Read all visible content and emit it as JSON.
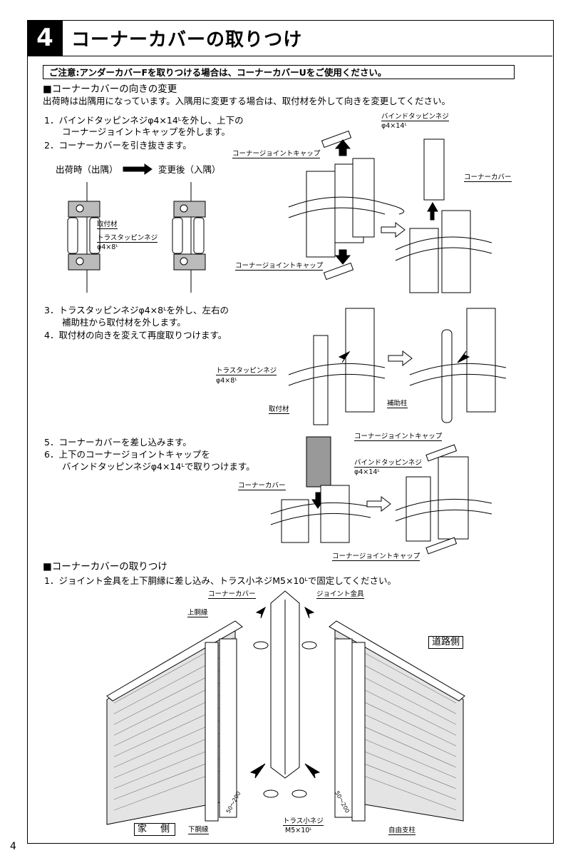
{
  "header": {
    "number": "4",
    "title": "コーナーカバーの取りつけ"
  },
  "caution": "ご注意:アンダーカバーFを取りつける場合は、コーナーカバーUをご使用ください。",
  "orientation": {
    "heading": "■コーナーカバーの向きの変更",
    "intro": "出荷時は出隅用になっています。入隅用に変更する場合は、取付材を外して向きを変更してください。",
    "steps_a": [
      "1．バインドタッピンネジφ4×14ᴸを外し、上下の",
      "　　コーナージョイントキャップを外します。",
      "2．コーナーカバーを引き抜きます。"
    ],
    "ship_label": "出荷時（出隅）",
    "changed_label": "変更後（入隅）",
    "steps_b": [
      "3．トラスタッピンネジφ4×8ᴸを外し、左右の",
      "　　補助柱から取付材を外します。",
      "4．取付材の向きを変えて再度取りつけます。"
    ],
    "steps_c": [
      "5．コーナーカバーを差し込みます。",
      "6．上下のコーナージョイントキャップを",
      "　　バインドタッピンネジφ4×14ᴸで取りつけます。"
    ]
  },
  "labels": {
    "toritsuke": "取付材",
    "truss_screw": "トラスタッピンネジ",
    "phi4x8": "φ4×8ᴸ",
    "bind_screw": "バインドタッピンネジ",
    "phi4x14": "φ4×14ᴸ",
    "joint_cap": "コーナージョイントキャップ",
    "corner_cover": "コーナーカバー",
    "hojo": "補助柱"
  },
  "install": {
    "heading": "■コーナーカバーの取りつけ",
    "step1": "1．ジョイント金具を上下胴縁に差し込み、トラス小ネジM5×10ᴸで固定してください。",
    "corner_cover": "コーナーカバー",
    "joint_metal": "ジョイント金具",
    "top_rail": "上胴縁",
    "road_side": "道路側",
    "house_side": "家　側",
    "bottom_rail": "下胴縁",
    "truss_small": "トラス小ネジ",
    "m5x10": "M5×10ᴸ",
    "free_post": "自由支柱",
    "dim_left": "50～200",
    "dim_right": "50～200"
  },
  "page_number": "4"
}
